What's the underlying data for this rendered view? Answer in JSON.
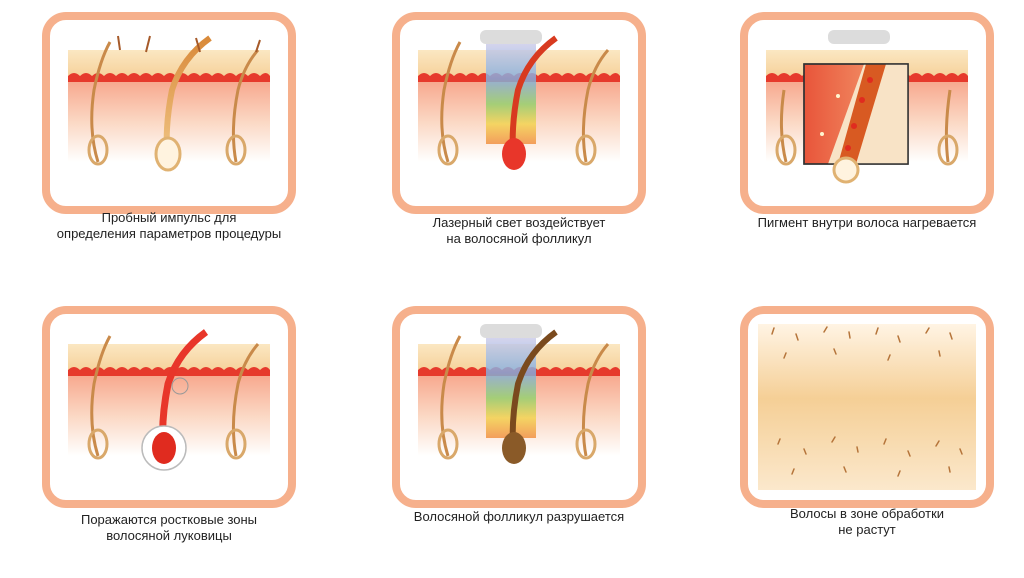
{
  "steps": [
    {
      "caption": "Пробный импульс для\nопределения параметров процедуры"
    },
    {
      "caption": "Лазерный свет воздействует\nна волосяной фолликул"
    },
    {
      "caption": "Пигмент внутри волоса нагревается"
    },
    {
      "caption": "Поражаются ростковые зоны\nволосяной луковицы"
    },
    {
      "caption": "Волосяной фолликул разрушается"
    },
    {
      "caption": "Волосы в зоне обработки\nне растут"
    }
  ],
  "colors": {
    "frame": "#f6b08c",
    "skin": "#f7ddb0",
    "dermis": "#e63a2c",
    "follicle": "#d83a20",
    "destroyed": "#7a4a1e"
  }
}
